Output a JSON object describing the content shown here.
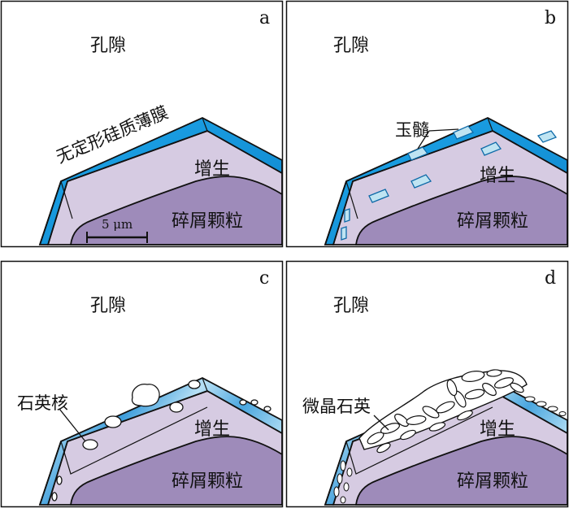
{
  "colors": {
    "grain": "#9e8bba",
    "overgrowth": "#d6cbe2",
    "film": "#1a9be0",
    "film_dark": "#0b78b8",
    "chalcedony": "#bfe4f2",
    "outline": "#111111"
  },
  "panels": [
    {
      "letter": "a",
      "pore_label": "孔隙",
      "overgrowth_label": "增生",
      "grain_label": "碎屑颗粒",
      "callout": "无定形硅质薄膜",
      "scale_label": "5 μm"
    },
    {
      "letter": "b",
      "pore_label": "孔隙",
      "overgrowth_label": "增生",
      "grain_label": "碎屑颗粒",
      "callout": "玉髓"
    },
    {
      "letter": "c",
      "pore_label": "孔隙",
      "overgrowth_label": "增生",
      "grain_label": "碎屑颗粒",
      "callout": "石英核"
    },
    {
      "letter": "d",
      "pore_label": "孔隙",
      "overgrowth_label": "增生",
      "grain_label": "碎屑颗粒",
      "callout": "微晶石英"
    }
  ]
}
